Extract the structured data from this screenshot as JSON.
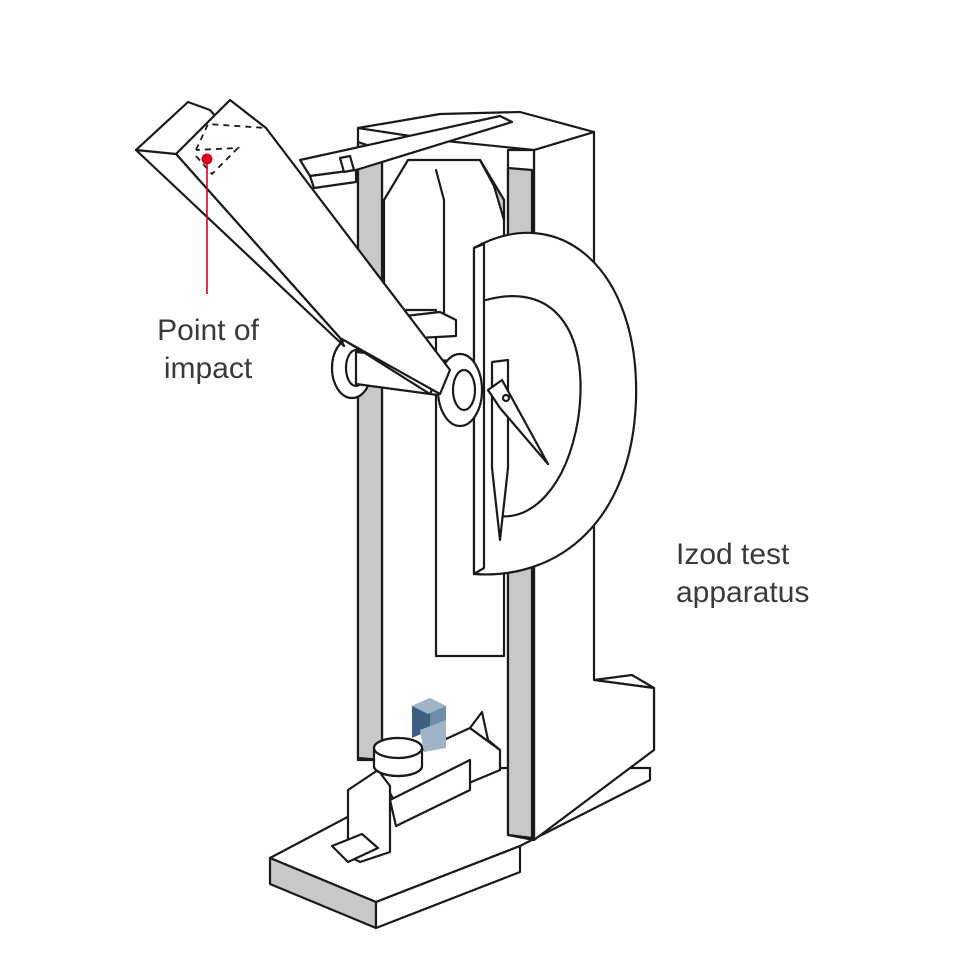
{
  "labels": {
    "point_of_impact": [
      "Point of",
      "impact"
    ],
    "apparatus": [
      "Izod test",
      "apparatus"
    ]
  },
  "colors": {
    "outline": "#1a1a1a",
    "shade": "#c8c8c8",
    "face": "#ffffff",
    "impact_marker": "#d6001c",
    "specimen_dark": "#3d5f82",
    "specimen_light": "#9fb4c8",
    "label_text": "#3a3a3a"
  }
}
